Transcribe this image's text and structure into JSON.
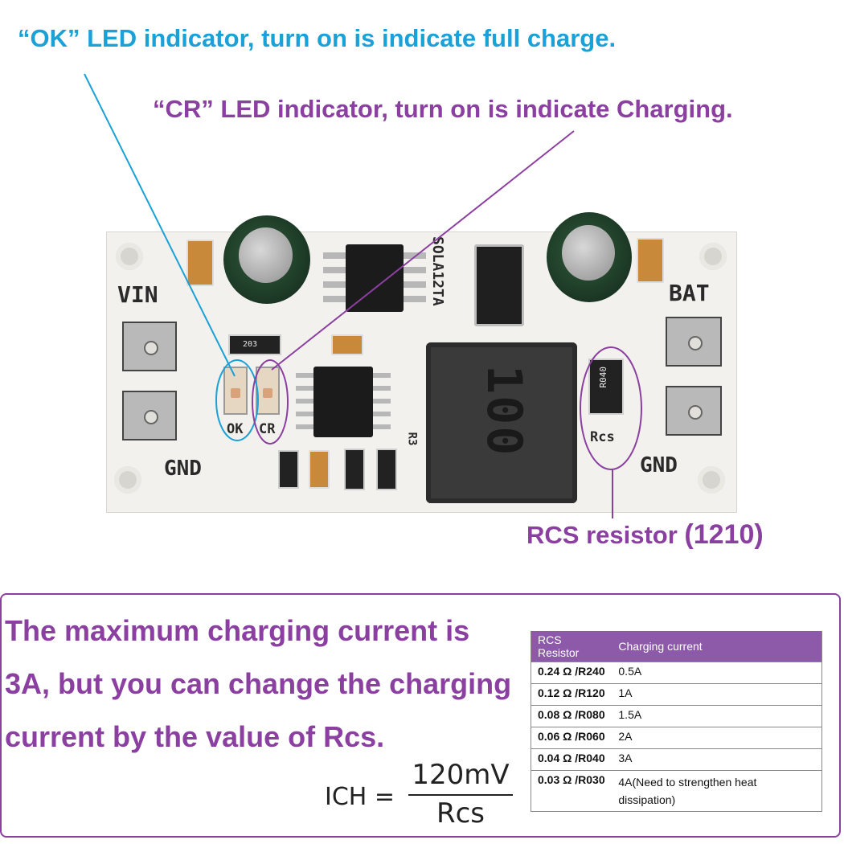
{
  "callouts": {
    "ok": "“OK”  LED indicator, turn on is indicate full charge.",
    "cr": "“CR”  LED indicator, turn on is indicate Charging.",
    "rcs_prefix": "RCS resistor ",
    "rcs_size": "(1210)"
  },
  "board": {
    "vin": "VIN",
    "bat": "BAT",
    "gnd_left": "GND",
    "gnd_right": "GND",
    "ok_led": "OK",
    "cr_led": "CR",
    "rcs_label": "Rcs",
    "rcs_marking": "R040",
    "chip_marking": "SOLA12TA",
    "inductor_marking": "100",
    "resistor_203": "203",
    "ref_r3": "R3"
  },
  "description": "The maximum charging current is 3A, but you can change the charging current by the value of Rcs.",
  "formula": {
    "lhs": "ICH =",
    "numerator": "120mV",
    "denominator": "Rcs"
  },
  "table": {
    "headers": [
      "RCS Resistor",
      "Charging current"
    ],
    "rows": [
      [
        "0.24 Ω /R240",
        "0.5A"
      ],
      [
        "0.12 Ω /R120",
        "1A"
      ],
      [
        "0.08 Ω /R080",
        "1.5A"
      ],
      [
        "0.06 Ω /R060",
        "2A"
      ],
      [
        "0.04 Ω /R040",
        "3A"
      ],
      [
        "0.03 Ω /R030",
        "4A(Need to strengthen heat dissipation)"
      ]
    ]
  },
  "colors": {
    "ok_blue": "#1aa1d8",
    "cr_purple": "#8b3fa0",
    "table_header": "#8c5aa8"
  }
}
